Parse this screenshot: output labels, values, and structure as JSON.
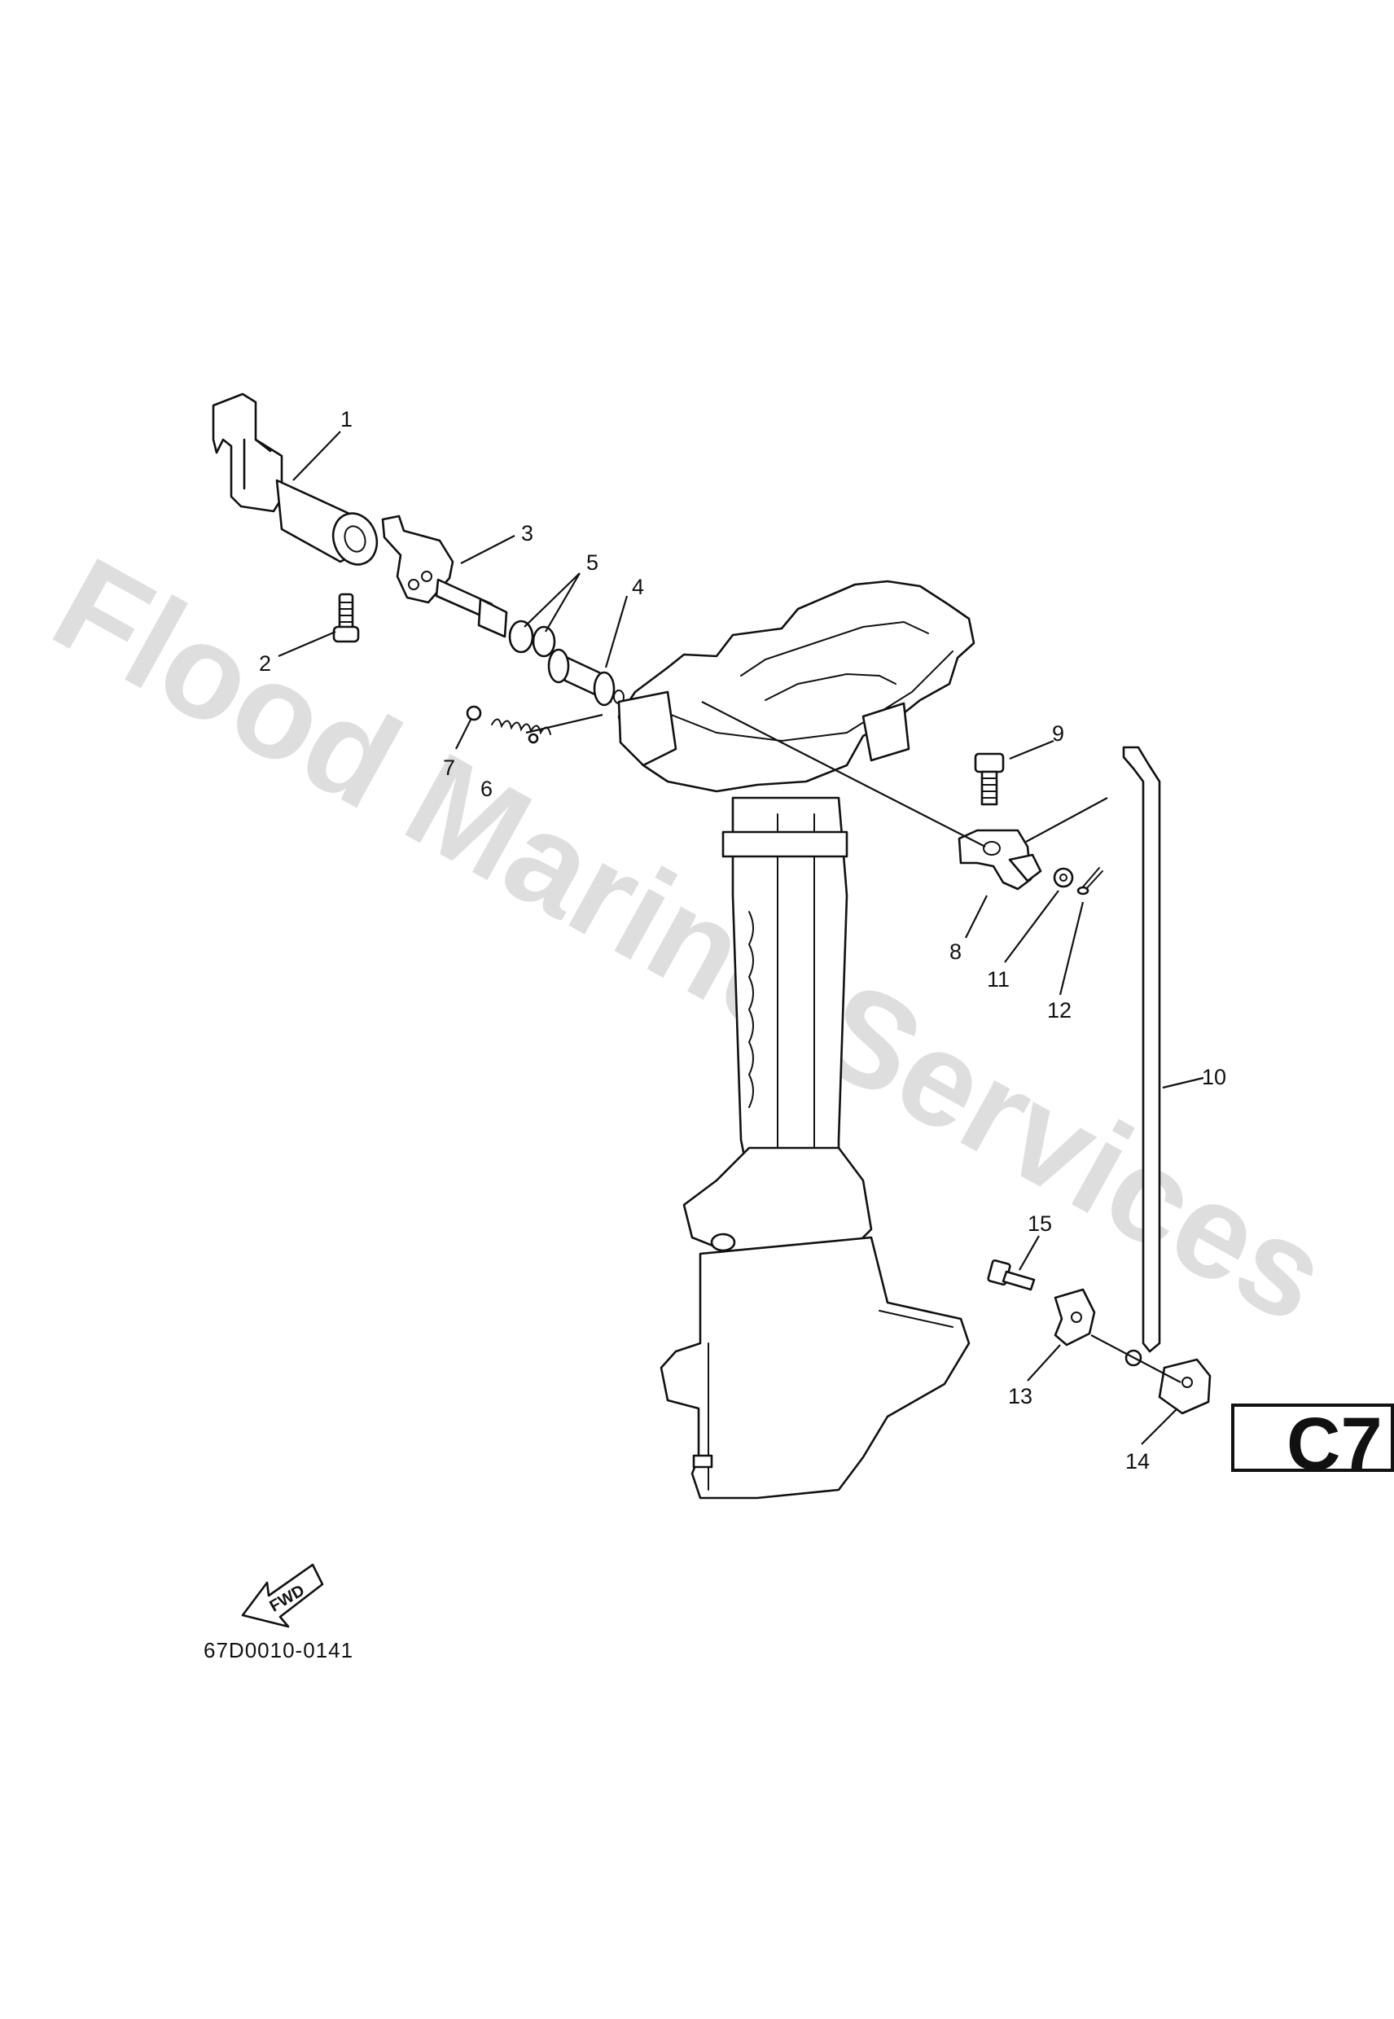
{
  "watermark": "Flood Marine Services",
  "callouts": {
    "n1": "1",
    "n2": "2",
    "n3": "3",
    "n4": "4",
    "n5": "5",
    "n6": "6",
    "n7": "7",
    "n8": "8",
    "n9": "9",
    "n10": "10",
    "n11": "11",
    "n12": "12",
    "n13": "13",
    "n14": "14",
    "n15": "15"
  },
  "fwd_label": "FWD",
  "figure_code": "67D0010-0141",
  "page_id": "C7"
}
